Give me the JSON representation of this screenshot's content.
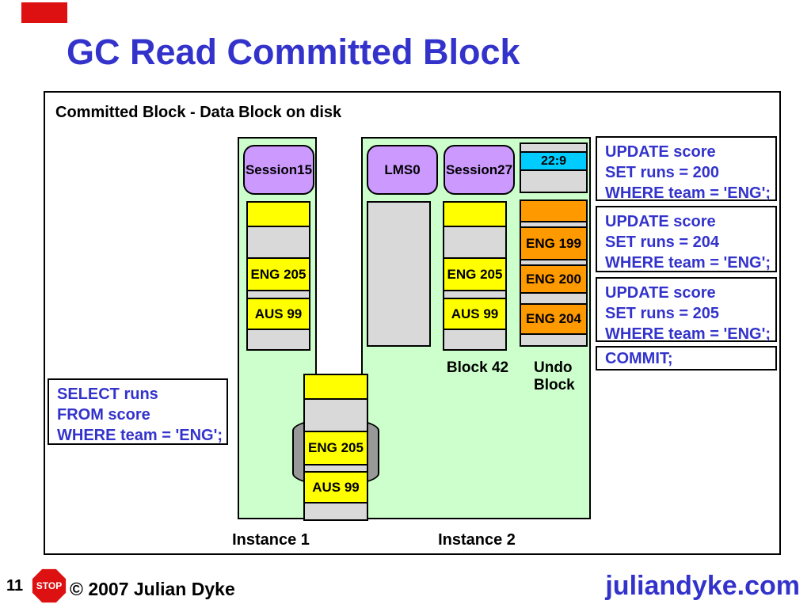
{
  "title": "GC Read Committed Block",
  "diagram": {
    "header": "Committed Block - Data Block on disk",
    "instance1": {
      "label": "Instance 1",
      "session_label": "Session15",
      "data_block": {
        "rows": [
          "",
          "ENG 205",
          "AUS 99"
        ]
      }
    },
    "instance2": {
      "label": "Instance 2",
      "lms_label": "LMS0",
      "session_label": "Session27",
      "undo_header": {
        "scn": "22:9"
      },
      "data_block": {
        "label": "Block 42",
        "rows": [
          "",
          "ENG 205",
          "AUS 99"
        ]
      },
      "undo_block": {
        "label_line1": "Undo",
        "label_line2": "Block",
        "rows": [
          "",
          "ENG 199",
          "ENG 200",
          "ENG 204"
        ]
      }
    },
    "disk_block": {
      "rows": [
        "",
        "ENG 205",
        "AUS 99"
      ]
    },
    "select_box": {
      "lines": [
        "SELECT runs",
        "FROM score",
        "WHERE team = 'ENG';"
      ]
    },
    "sql_boxes": [
      {
        "lines": [
          "UPDATE score",
          "SET runs = 200",
          "WHERE team = 'ENG';"
        ]
      },
      {
        "lines": [
          "UPDATE score",
          "SET runs = 204",
          "WHERE team = 'ENG';"
        ]
      },
      {
        "lines": [
          "UPDATE score",
          "SET runs = 205",
          "WHERE team = 'ENG';"
        ]
      },
      {
        "lines": [
          "COMMIT;"
        ]
      }
    ]
  },
  "footer": {
    "page_number": "11",
    "stop_sign": "STOP",
    "copyright": "© 2007 Julian Dyke",
    "website": "juliandyke.com"
  },
  "colors": {
    "title_blue": "#3333cc",
    "sql_blue": "#3333cc",
    "instance_green": "#ccffcc",
    "session_purple": "#cc99ff",
    "row_yellow": "#ffff00",
    "row_gray": "#d9d9d9",
    "undo_orange": "#ff9900",
    "scn_cyan": "#00ccff",
    "disk_gray": "#999999",
    "stop_red": "#dd1111",
    "logo_red": "#dd1111"
  }
}
